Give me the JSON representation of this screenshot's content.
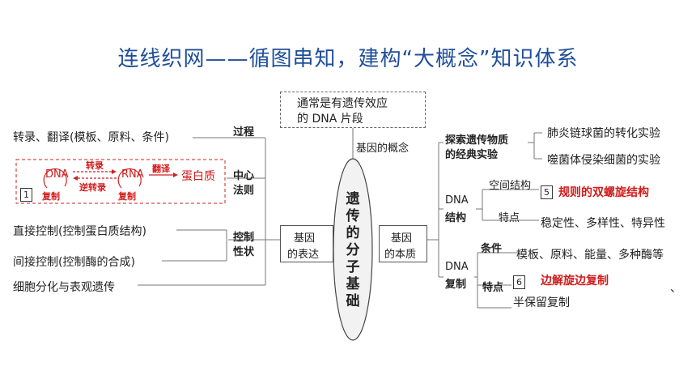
{
  "title": "连线织网——循图串知，建构“大概念”知识体系",
  "center": "遗传的分子基础",
  "gene_concept": {
    "box_text": [
      "通常是有遗传效应",
      "的 DNA 片段"
    ],
    "label": "基因的概念"
  },
  "expression": {
    "node": [
      "基因",
      "的表达"
    ],
    "process_label": "过程",
    "process_text": "转录、翻译(模板、原料、条件)",
    "central_label": [
      "中心",
      "法则"
    ],
    "central": {
      "dna": "DNA",
      "rna": "RNA",
      "protein": "蛋白质",
      "transcription": "转录",
      "reverse": "逆转录",
      "translation": "翻译",
      "replication_left": "复制",
      "replication_right": "复制",
      "num": "1"
    },
    "control_label": [
      "控制",
      "性状"
    ],
    "control_items": [
      "直接控制(控制蛋白质结构)",
      "间接控制(控制酶的合成)"
    ],
    "extra": "细胞分化与表观遗传"
  },
  "essence": {
    "node": [
      "基因",
      "的本质"
    ],
    "explore_label": [
      "探索遗传物质",
      "的经典实验"
    ],
    "experiments": [
      "肺炎链球菌的转化实验",
      "噬菌体侵染细菌的实验"
    ],
    "structure_label": [
      "DNA",
      "结构"
    ],
    "space_label": "空间结构",
    "space_num": "5",
    "space_answer": "规则的双螺旋结构",
    "feature_label": "特点",
    "feature_text": "稳定性、多样性、特异性",
    "replication_label": [
      "DNA",
      "复制"
    ],
    "condition_label": "条件",
    "condition_text": "模板、原料、能量、多种酶等",
    "rep_feature_label": "特点",
    "rep_num": "6",
    "rep_answer": "边解旋边复制",
    "rep_comma": "、",
    "rep_tail": "半保留复制"
  }
}
